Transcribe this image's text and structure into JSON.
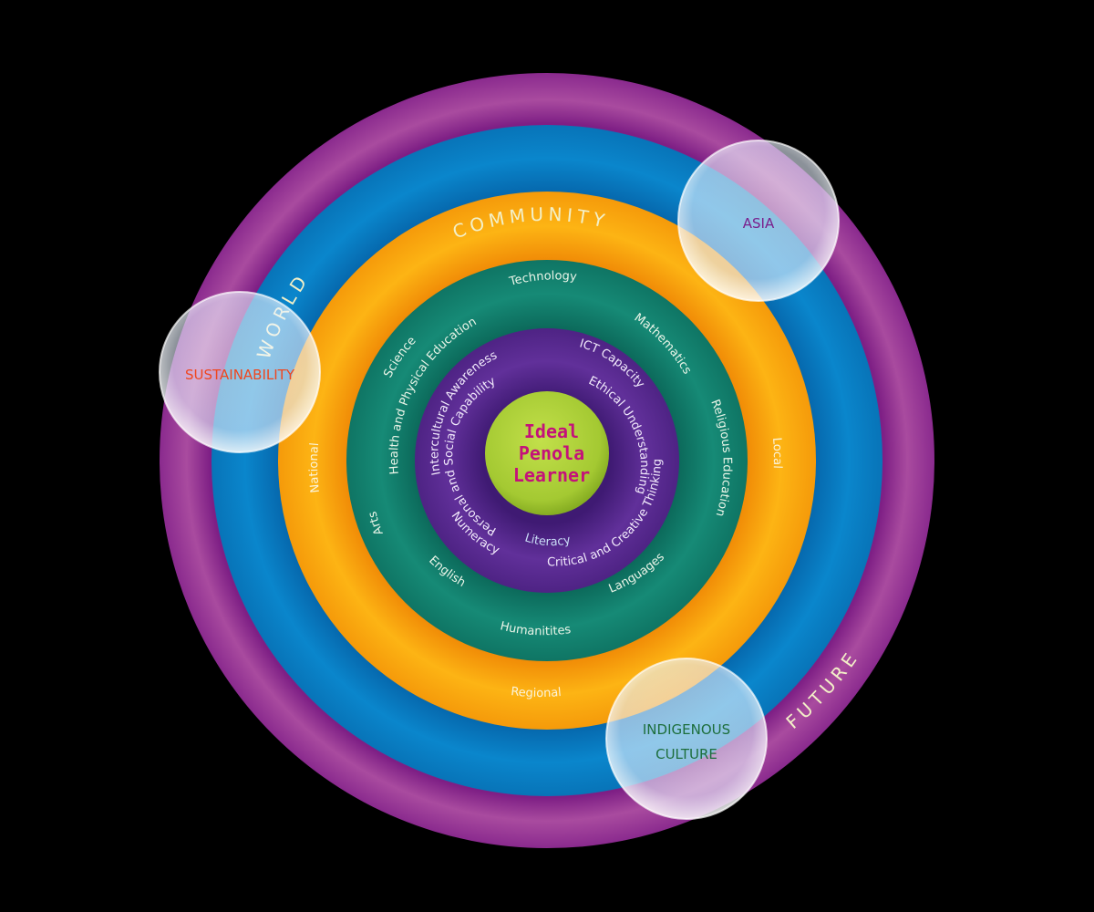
{
  "diagram": {
    "center": {
      "lines": [
        "Ideal",
        "Penola",
        "Learner"
      ],
      "color": "#a8cd36",
      "text_color": "#c4127a"
    },
    "rings": [
      {
        "name": "future-ring",
        "color": "#9b3b99",
        "labels": [
          "FUTURE"
        ]
      },
      {
        "name": "world-ring",
        "color": "#0a80c8",
        "labels": [
          "WORLD"
        ]
      },
      {
        "name": "community-ring",
        "color": "#fba813",
        "labels": [
          "COMMUNITY",
          "Local",
          "Regional",
          "National"
        ]
      },
      {
        "name": "subjects-ring",
        "color": "#158873",
        "labels": [
          "Technology",
          "Mathematics",
          "Religious Education",
          "Languages",
          "Humanitites",
          "English",
          "Arts",
          "Health and Physical Education",
          "Science"
        ]
      },
      {
        "name": "capabilities-ring",
        "color": "#5c2a92",
        "labels": [
          "ICT Capacity",
          "Ethical Understanding",
          "Critical and Creative Thinking",
          "Literacy",
          "Numeracy",
          "Personal and Social Capability",
          "Intercultural Awareness"
        ]
      }
    ],
    "bubbles": [
      {
        "label": "SUSTAINABILITY",
        "text_color": "#f0461e"
      },
      {
        "label": "ASIA",
        "text_color": "#7a1f8c"
      },
      {
        "label_lines": [
          "INDIGENOUS",
          "CULTURE"
        ],
        "text_color": "#1d6e3c"
      }
    ]
  }
}
